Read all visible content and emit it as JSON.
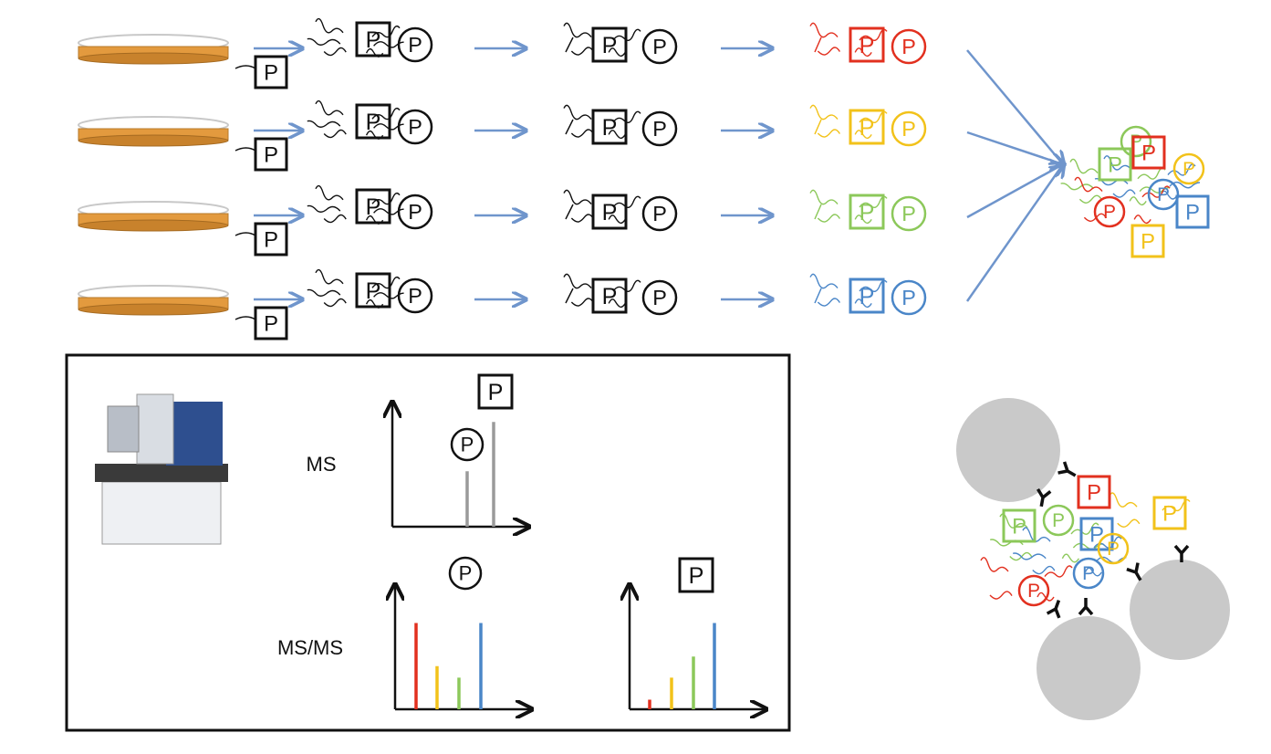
{
  "symbols": {
    "square_letter": "P",
    "circle_letter": "P"
  },
  "panel": {
    "ms_label": "MS",
    "msms_label": "MS/MS"
  },
  "colors": {
    "arrow": "#6f95cc",
    "rows": [
      "#111111",
      "#111111",
      "#111111",
      "#111111"
    ],
    "labels": [
      "#e2301f",
      "#f2c21a",
      "#8cc85a",
      "#4a86c8"
    ],
    "plate_fill": "#e39a3e",
    "plate_rim": "#c8c8c8",
    "bead": "#c9c9c9",
    "ms_bar": "#9a9a9a"
  },
  "rows": [
    {
      "label_color": "#e2301f"
    },
    {
      "label_color": "#f2c21a"
    },
    {
      "label_color": "#8cc85a"
    },
    {
      "label_color": "#4a86c8"
    }
  ],
  "ms_spectrum": {
    "peaks": [
      {
        "tag": "circle",
        "relative_intensity": 0.45
      },
      {
        "tag": "square",
        "relative_intensity": 0.85
      }
    ]
  },
  "msms_circle_spectrum": {
    "peaks": [
      {
        "color": "#e2301f",
        "relative_intensity": 0.9
      },
      {
        "color": "#f2c21a",
        "relative_intensity": 0.45
      },
      {
        "color": "#8cc85a",
        "relative_intensity": 0.33
      },
      {
        "color": "#4a86c8",
        "relative_intensity": 0.9
      }
    ]
  },
  "msms_square_spectrum": {
    "peaks": [
      {
        "color": "#e2301f",
        "relative_intensity": 0.1
      },
      {
        "color": "#f2c21a",
        "relative_intensity": 0.33
      },
      {
        "color": "#8cc85a",
        "relative_intensity": 0.55
      },
      {
        "color": "#4a86c8",
        "relative_intensity": 0.9
      }
    ]
  }
}
